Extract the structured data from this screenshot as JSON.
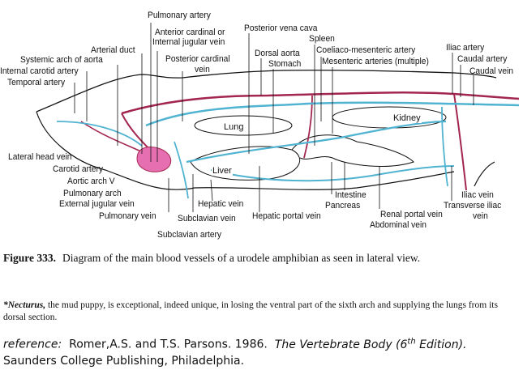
{
  "labels_top": {
    "pulmonary_artery": "Pulmonary artery",
    "anterior_cardinal_1": "Anterior cardinal or",
    "anterior_cardinal_2": "Internal jugular vein",
    "posterior_vena_cava": "Posterior vena cava",
    "spleen": "Spleen",
    "arterial_duct": "Arterial duct",
    "dorsal_aorta": "Dorsal aorta",
    "stomach": "Stomach",
    "coeliaco_mesenteric": "Coeliaco-mesenteric artery",
    "iliac_artery": "Iliac artery",
    "systemic_arch": "Systemic arch of aorta",
    "posterior_cardinal_1": "Posterior cardinal",
    "posterior_cardinal_2": "vein",
    "mesenteric_arteries": "Mesenteric arteries (multiple)",
    "caudal_artery": "Caudal artery",
    "internal_carotid": "Internal carotid artery",
    "caudal_vein": "Caudal vein",
    "temporal_artery": "Temporal artery"
  },
  "organs": {
    "kidney": "Kidney",
    "lung": "Lung",
    "liver": "Liver"
  },
  "labels_bottom": {
    "lateral_head_vein": "Lateral head vein",
    "carotid_artery": "Carotid artery",
    "aortic_arch_v": "Aortic arch V",
    "pulmonary_arch": "Pulmonary arch",
    "external_jugular": "External jugular vein",
    "pulmonary_vein": "Pulmonary vein",
    "hepatic_vein": "Hepatic vein",
    "subclavian_vein": "Subclavian vein",
    "hepatic_portal_vein": "Hepatic portal vein",
    "intestine": "Intestine",
    "pancreas": "Pancreas",
    "renal_portal_vein": "Renal portal vein",
    "abdominal_vein": "Abdominal vein",
    "iliac_vein": "Iliac vein",
    "transverse_iliac_1": "Transverse iliac",
    "transverse_iliac_2": "vein",
    "subclavian_artery": "Subclavian artery"
  },
  "caption": {
    "figure_number": "Figure 333.",
    "text": "Diagram of the main blood vessels of a urodele amphibian as seen in lateral view."
  },
  "footnote": {
    "genus": "*Necturus,",
    "text": " the mud puppy, is exceptional, indeed unique, in losing the ventral part of the sixth arch and supplying the lungs from its dorsal section."
  },
  "reference": {
    "prefix": "reference:",
    "authors": "Romer,A.S. and T.S. Parsons. 1986.",
    "title_a": "The Vertebrate Body (6",
    "title_sup": "th",
    "title_b": " Edition).",
    "publisher": "Saunders College Publishing, Philadelphia."
  },
  "colors": {
    "vein": "#4fb3d1",
    "artery": "#a3264e",
    "heart": "#e56fb0",
    "outline": "#111111"
  }
}
